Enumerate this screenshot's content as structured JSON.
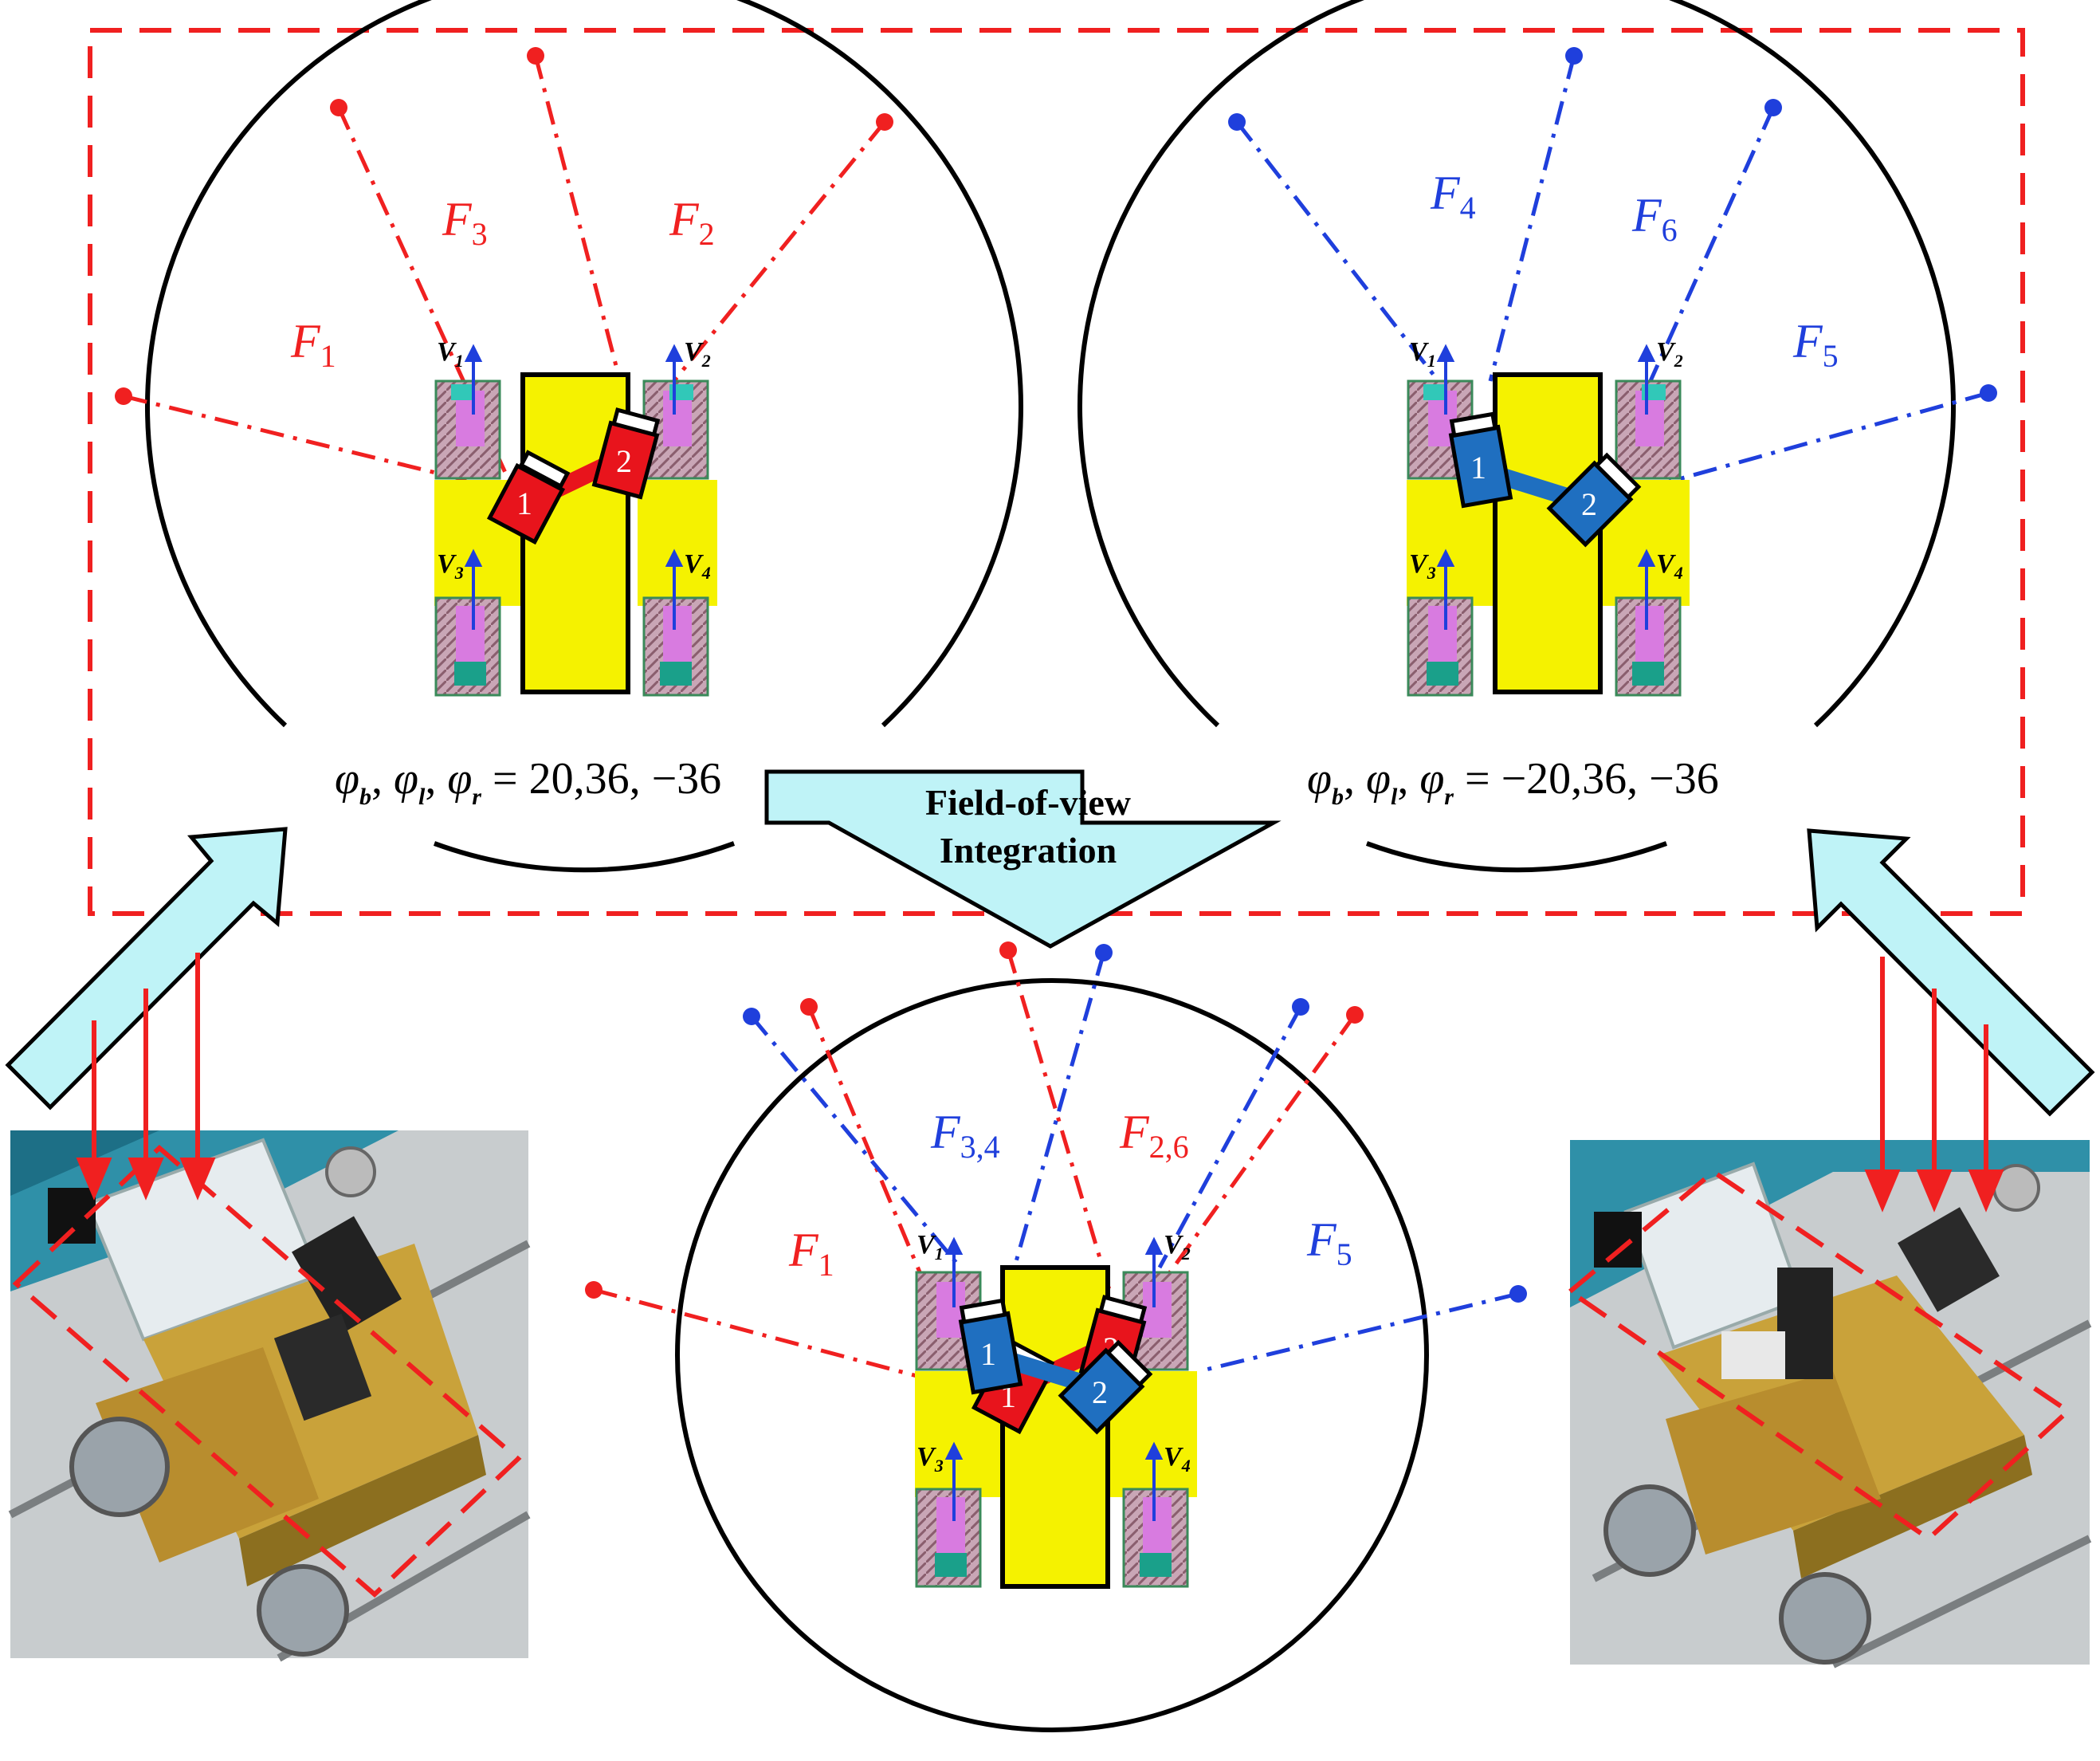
{
  "colors": {
    "red": "#f02020",
    "blue": "#1f3fdc",
    "yellow": "#f5f200",
    "arrow_fill": "#bff3f7",
    "camera_red": "#e8141c",
    "camera_blue": "#1f6fc0",
    "photo_bg": "#3a8aa6"
  },
  "top_left": {
    "fov_labels": [
      {
        "sym": "F",
        "sub": "1"
      },
      {
        "sym": "F",
        "sub": "3"
      },
      {
        "sym": "F",
        "sub": "2"
      }
    ],
    "camera_1": "1",
    "camera_2": "2",
    "wheel_labels": [
      {
        "sym": "V",
        "sub": "1"
      },
      {
        "sym": "V",
        "sub": "2"
      },
      {
        "sym": "V",
        "sub": "3"
      },
      {
        "sym": "V",
        "sub": "4"
      }
    ],
    "equation": {
      "phi_b": "φ",
      "b": "b",
      "phi_l": "φ",
      "l": "l",
      "phi_r": "φ",
      "r": "r",
      "value": "= 20,36, −36"
    }
  },
  "top_right": {
    "fov_labels": [
      {
        "sym": "F",
        "sub": "4"
      },
      {
        "sym": "F",
        "sub": "6"
      },
      {
        "sym": "F",
        "sub": "5"
      }
    ],
    "camera_1": "1",
    "camera_2": "2",
    "wheel_labels": [
      {
        "sym": "V",
        "sub": "1"
      },
      {
        "sym": "V",
        "sub": "2"
      },
      {
        "sym": "V",
        "sub": "3"
      },
      {
        "sym": "V",
        "sub": "4"
      }
    ],
    "equation": {
      "phi_b": "φ",
      "b": "b",
      "phi_l": "φ",
      "l": "l",
      "phi_r": "φ",
      "r": "r",
      "value": "= −20,36, −36"
    }
  },
  "center_arrow": {
    "line1": "Field-of-view",
    "line2": "Integration"
  },
  "bottom": {
    "fov_labels": [
      {
        "sym": "F",
        "sub": "1"
      },
      {
        "sym": "F",
        "sub": "3,4"
      },
      {
        "sym": "F",
        "sub": "2,6"
      },
      {
        "sym": "F",
        "sub": "5"
      }
    ],
    "camera_blue_1": "1",
    "camera_blue_2": "2",
    "camera_red_1": "1",
    "camera_red_2": "2",
    "wheel_labels": [
      {
        "sym": "V",
        "sub": "1"
      },
      {
        "sym": "V",
        "sub": "2"
      },
      {
        "sym": "V",
        "sub": "3"
      },
      {
        "sym": "V",
        "sub": "4"
      }
    ]
  }
}
